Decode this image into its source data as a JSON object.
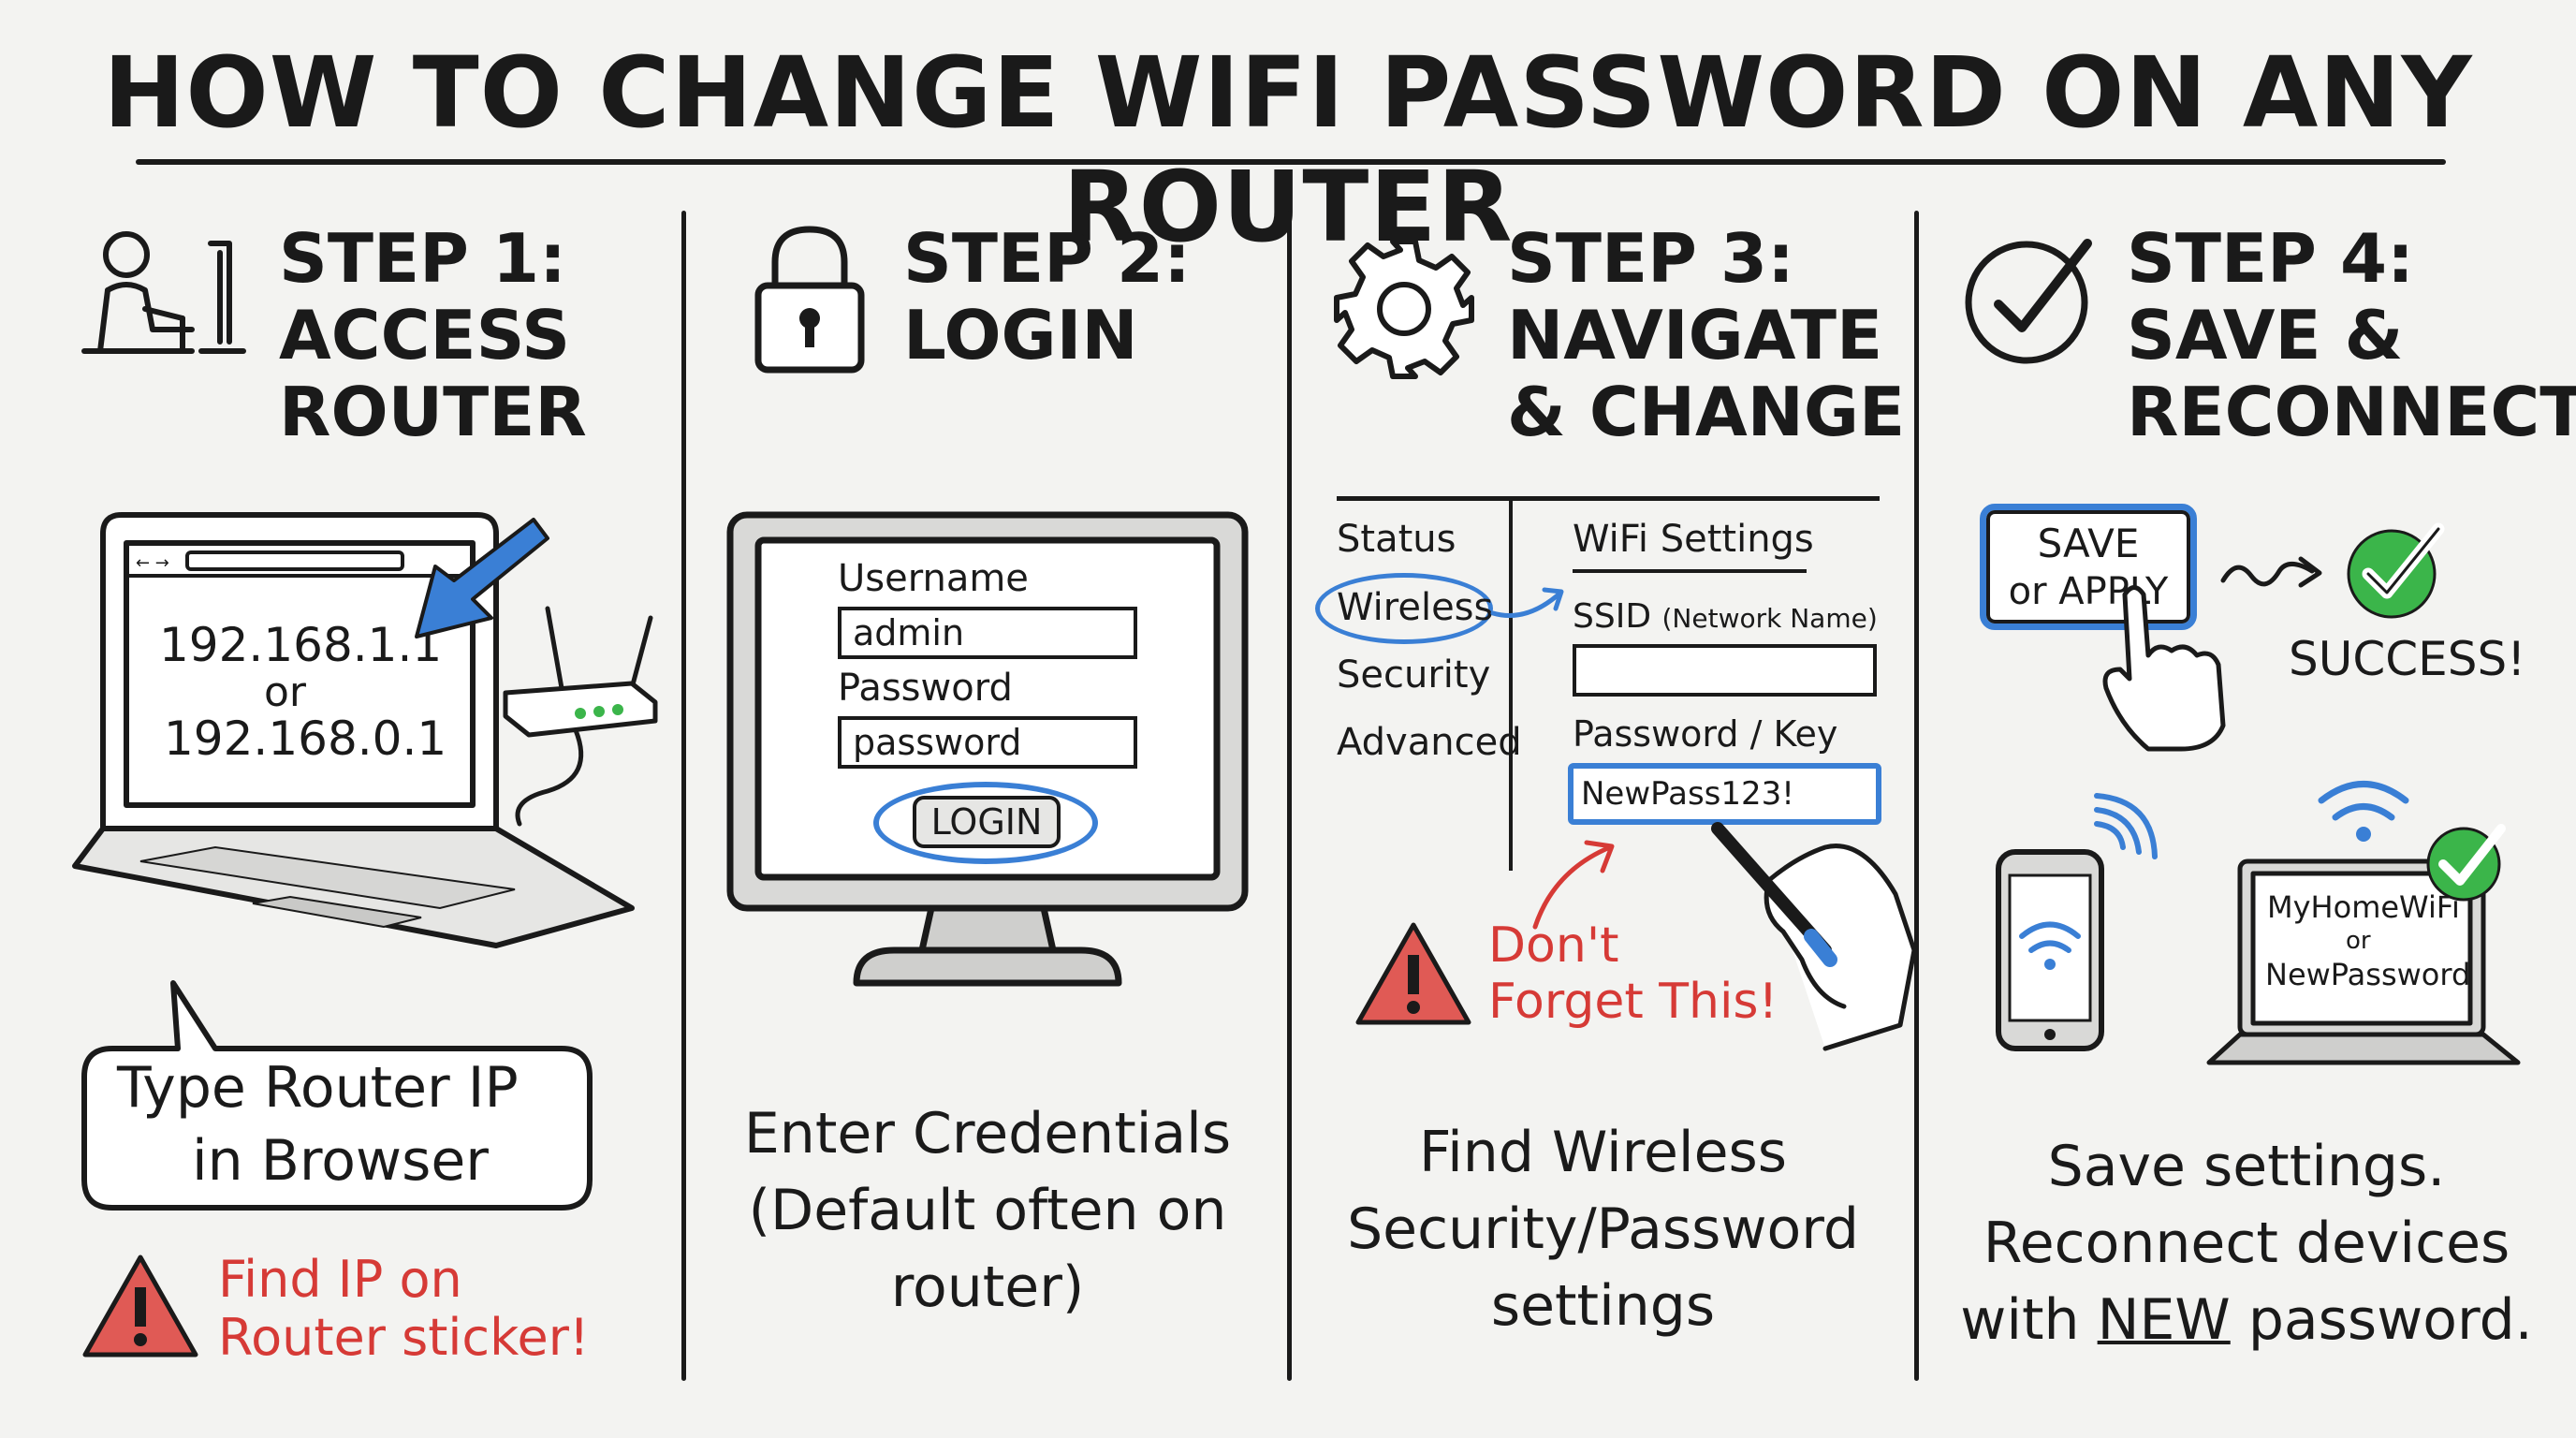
{
  "title": "HOW TO CHANGE WIFI PASSWORD ON ANY ROUTER",
  "colors": {
    "ink": "#1a1a1a",
    "accent_blue": "#3a7fd5",
    "warning_red": "#d63a36",
    "success_green": "#3bb54a",
    "background": "#f3f3f1"
  },
  "step1": {
    "title_lines": [
      "STEP 1:",
      "ACCESS",
      "ROUTER"
    ],
    "icon": "person-at-computer-icon",
    "laptop_screen": {
      "line1": "192.168.1.1",
      "line2": "or",
      "line3": "192.168.0.1"
    },
    "bubble_lines": [
      "Type Router IP",
      "in Browser"
    ],
    "warning_lines": [
      "Find IP on",
      "Router sticker!"
    ]
  },
  "step2": {
    "title_lines": [
      "STEP 2:",
      "LOGIN"
    ],
    "icon": "padlock-icon",
    "username_label": "Username",
    "username_value": "admin",
    "password_label": "Password",
    "password_value": "password",
    "login_button": "LOGIN",
    "caption_lines": [
      "Enter Credentials",
      "(Default often on",
      "router)"
    ]
  },
  "step3": {
    "title_lines": [
      "STEP 3:",
      "NAVIGATE",
      "& CHANGE"
    ],
    "icon": "gear-icon",
    "menu_items": [
      "Status",
      "Wireless",
      "Security",
      "Advanced"
    ],
    "panel_title": "WiFi Settings",
    "ssid_label": "SSID",
    "ssid_note": "(Network Name)",
    "key_label": "Password / Key",
    "key_value": "NewPass123!",
    "warning_lines": [
      "Don't",
      "Forget This!"
    ],
    "caption_lines": [
      "Find Wireless",
      "Security/Password",
      "settings"
    ]
  },
  "step4": {
    "title_lines": [
      "STEP 4:",
      "SAVE &",
      "RECONNECT"
    ],
    "icon": "checkmark-circle-icon",
    "save_button_lines": [
      "SAVE",
      "or APPLY"
    ],
    "success_text": "SUCCESS!",
    "laptop_screen": {
      "line1": "MyHomeWiFi",
      "line2": "or",
      "line3": "NewPassword"
    },
    "caption_line1": "Save settings.",
    "caption_line2": "Reconnect devices",
    "caption_line3_pre": "with ",
    "caption_line3_em": "NEW",
    "caption_line3_post": " password."
  }
}
